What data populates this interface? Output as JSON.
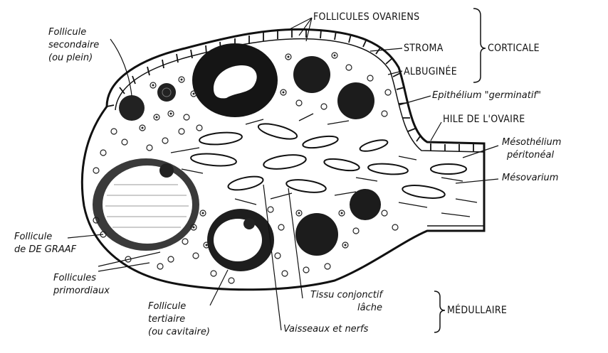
{
  "labels": {
    "follicule_secondaire_1": "Follicule",
    "follicule_secondaire_2": "secondaire",
    "follicule_secondaire_3": "(ou plein)",
    "follicules_ovariens": "FOLLICULES OVARIENS",
    "stroma": "STROMA",
    "corticale": "CORTICALE",
    "albuginee": "ALBUGINÉE",
    "epithelium": "Epithélium \"germinatif\"",
    "hile": "HILE DE L'OVAIRE",
    "mesothelium_1": "Mésothélium",
    "mesothelium_2": "péritonéal",
    "mesovarium": "Mésovarium",
    "degraaf_1": "Follicule",
    "degraaf_2": "de DE GRAAF",
    "primordiaux_1": "Follicules",
    "primordiaux_2": "primordiaux",
    "tertiaire_1": "Follicule",
    "tertiaire_2": "tertiaire",
    "tertiaire_3": "(ou cavitaire)",
    "tissu_1": "Tissu conjonctif",
    "tissu_2": "lâche",
    "medullaire": "MÉDULLAIRE",
    "vaisseaux": "Vaisseaux et nerfs"
  }
}
